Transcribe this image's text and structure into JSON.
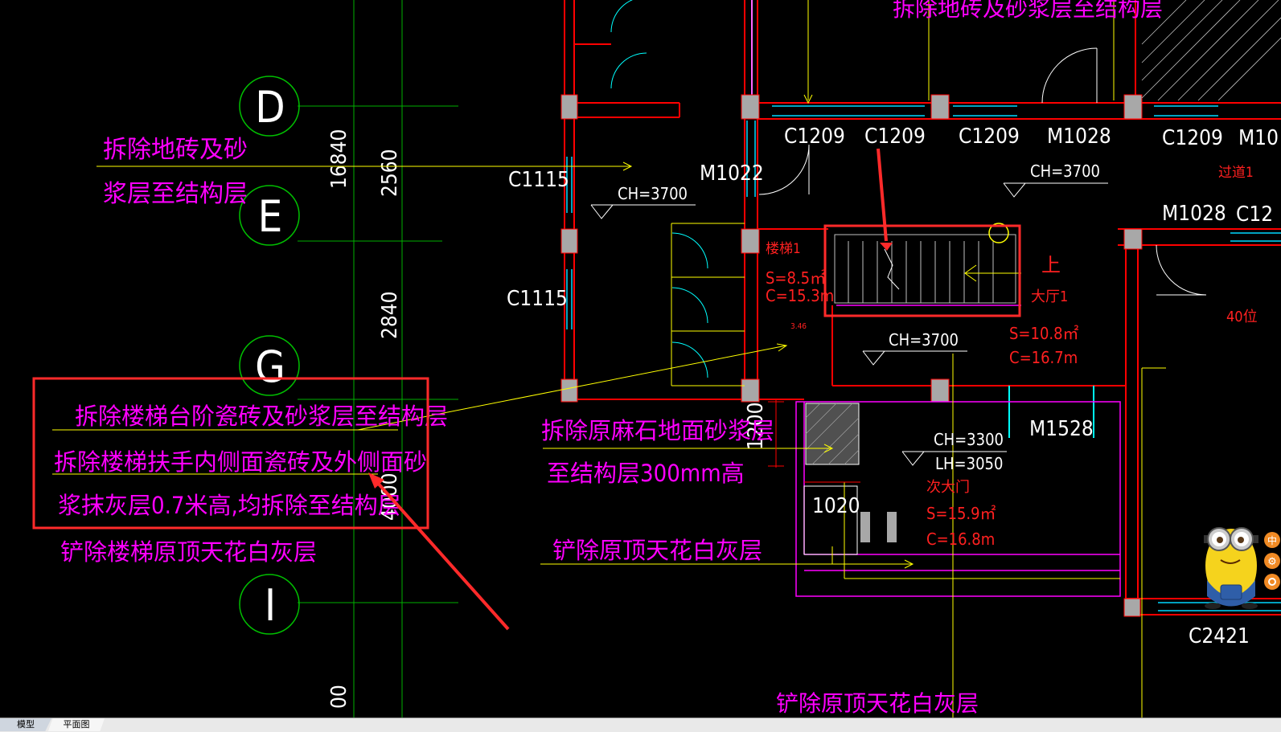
{
  "colors": {
    "background": "#000000",
    "wall_red": "#ff0000",
    "grid_green": "#00c000",
    "door_cyan": "#00ffff",
    "note_magenta": "#ff00ff",
    "room_red": "#ff2020",
    "leader_yellow": "#ffff00",
    "window_blue": "#00c8ff"
  },
  "axes": {
    "d": "D",
    "e": "E",
    "g": "G",
    "i": "I"
  },
  "dims": {
    "d16840": "16840",
    "d2560": "2560",
    "d2840": "2840",
    "d4000": "4000",
    "d1200": "1200",
    "d00": "00"
  },
  "openings": {
    "c1209_a": "C1209",
    "c1209_b": "C1209",
    "c1209_c": "C1209",
    "m1028_a": "M1028",
    "c1209_d": "C1209",
    "m10_edge": "M10",
    "c1115_a": "C1115",
    "c1115_b": "C1115",
    "m1022": "M1022",
    "m1028_b": "M1028",
    "c12_edge": "C12",
    "m1528": "M1528",
    "d1020": "1020",
    "c2421": "C2421"
  },
  "levels": {
    "ch3700_a": "CH=3700",
    "ch3700_b": "CH=3700",
    "ch3700_c": "CH=3700",
    "ch3300": "CH=3300",
    "lh3050": "LH=3050"
  },
  "rooms": {
    "stair_name": "楼梯1",
    "stair_s": "S=8.5㎡",
    "stair_c": "C=15.3m",
    "hall_name": "大厅1",
    "hall_s": "S=10.8㎡",
    "hall_c": "C=16.7m",
    "door_name": "次大门",
    "door_s": "S=15.9㎡",
    "door_c": "C=16.8m",
    "corridor": "过道1",
    "right_cut": "40位",
    "up_arrow": "上",
    "small_num": "3.46"
  },
  "notes": {
    "left_floor_1": "拆除地砖及砂",
    "left_floor_2": "浆层至结构层",
    "stair_1": "拆除楼梯台阶瓷砖及砂浆层至结构层",
    "stair_2": "拆除楼梯扶手内侧面瓷砖及外侧面砂",
    "stair_3": "浆抹灰层0.7米高,均拆除至结构层",
    "stair_4": "铲除楼梯原顶天花白灰层",
    "granite_1": "拆除原麻石地面砂浆层",
    "granite_2": "至结构层300mm高",
    "ceiling_mid": "铲除原顶天花白灰层",
    "top_cut": "拆除地砖及砂浆层至结构层",
    "bottom_cut": "铲除原顶天花白灰层"
  },
  "tabs": {
    "model": "模型",
    "plan": "平面图"
  },
  "assistant": {
    "btn_zhong": "中",
    "btn_gear": "⚙"
  }
}
